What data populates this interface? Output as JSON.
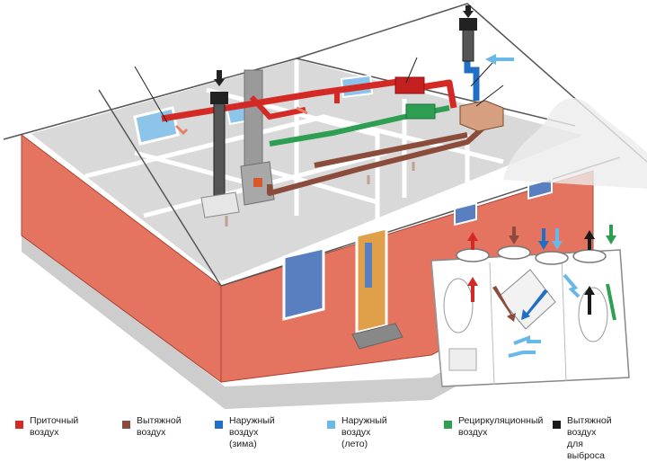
{
  "legend": [
    {
      "label": "Приточный\nвоздух",
      "color": "#d42a26"
    },
    {
      "label": "Вытяжной\nвоздух",
      "color": "#8b4c3c"
    },
    {
      "label": "Наружный воздух\n(зима)",
      "color": "#1f6fc4"
    },
    {
      "label": "Наружный воздух\n(лето)",
      "color": "#6ab8e8"
    },
    {
      "label": "Рециркуляционный\nвоздух",
      "color": "#2e9e52"
    },
    {
      "label": "Вытяжной воздух\nдля выброса",
      "color": "#1a1a1a"
    }
  ],
  "colors": {
    "supply": "#d42a26",
    "exhaust": "#8b4c3c",
    "outdoor_winter": "#1f6fc4",
    "outdoor_summer": "#6ab8e8",
    "recirculation": "#2e9e52",
    "discharge": "#1a1a1a",
    "wall": "#e4735f",
    "wall_shadow": "#c8594a",
    "roof_line": "#555555",
    "floor": "#dcdcdc"
  }
}
